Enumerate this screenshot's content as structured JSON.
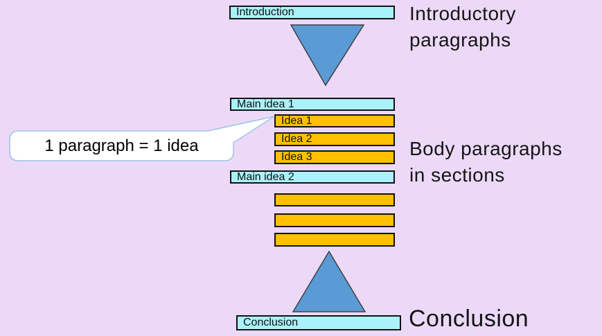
{
  "colors": {
    "background": "#ecd9f8",
    "cyan_box_fill": "#aaf2fa",
    "orange_box_fill": "#ffc000",
    "triangle_fill": "#5b9bd5",
    "triangle_border": "#404040",
    "box_border": "#111111",
    "callout_border": "#9dc3e6",
    "callout_fill": "#ffffff"
  },
  "flow": {
    "introduction_label": "Introduction",
    "main_idea_1_label": "Main idea 1",
    "idea_labels": [
      "Idea 1",
      "Idea 2",
      "Idea 3"
    ],
    "main_idea_2_label": "Main idea 2",
    "conclusion_label": "Conclusion"
  },
  "side_labels": {
    "introductory": {
      "line1": "Introductory",
      "line2": "paragraphs"
    },
    "body": {
      "line1": "Body paragraphs",
      "line2": "in sections"
    },
    "conclusion": "Conclusion"
  },
  "callout": {
    "text": "1 paragraph = 1 idea"
  }
}
